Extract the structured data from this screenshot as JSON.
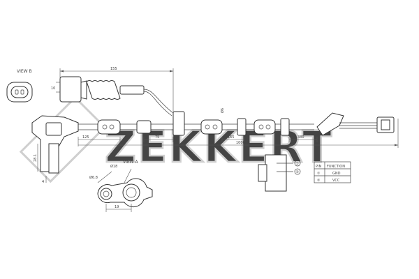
{
  "watermark": {
    "brand": "ZEKKERT"
  },
  "views": {
    "view_b": "VIEW B",
    "view_a": "VIEW A"
  },
  "dimensions": {
    "connector_length": "155",
    "connector_height": "10",
    "cable_angle": "Ø6",
    "seg_125": "125",
    "seg_75": "75",
    "seg_155": "155",
    "seg_380": "380",
    "total_length": "1000",
    "sensor_height": "28.1",
    "sensor_offset": "4",
    "hole_d": "Ø6.8",
    "flange_d": "Ø18",
    "flange_width": "19"
  },
  "pin_table": {
    "headers": [
      "PIN",
      "FUNCTION"
    ],
    "rows": [
      {
        "pin": "①",
        "function": "GND"
      },
      {
        "pin": "②",
        "function": "VCC"
      }
    ]
  },
  "connector_pins": [
    "①",
    "②"
  ]
}
